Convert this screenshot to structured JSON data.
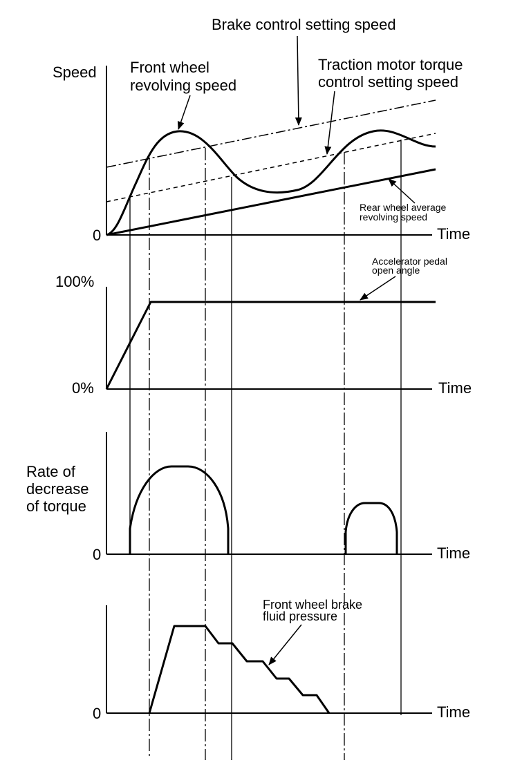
{
  "speed_panel": {
    "y_label": "Speed",
    "zero_label": "0",
    "x_label": "Time",
    "annotations": {
      "front_wheel_line1": "Front wheel",
      "front_wheel_line2": "revolving speed",
      "brake_setting": "Brake control setting speed",
      "traction_line1": "Traction motor torque",
      "traction_line2": "control setting speed",
      "rear_wheel_line1": "Rear wheel average",
      "rear_wheel_line2": "revolving speed"
    }
  },
  "pedal_panel": {
    "top_label": "100%",
    "bottom_label": "0%",
    "x_label": "Time",
    "annotation_line1": "Accelerator pedal",
    "annotation_line2": "open angle"
  },
  "torque_panel": {
    "y_label_line1": "Rate of",
    "y_label_line2": "decrease",
    "y_label_line3": "of torque",
    "zero_label": "0",
    "x_label": "Time"
  },
  "pressure_panel": {
    "zero_label": "0",
    "x_label": "Time",
    "annotation_line1": "Front wheel brake",
    "annotation_line2": "fluid pressure"
  }
}
